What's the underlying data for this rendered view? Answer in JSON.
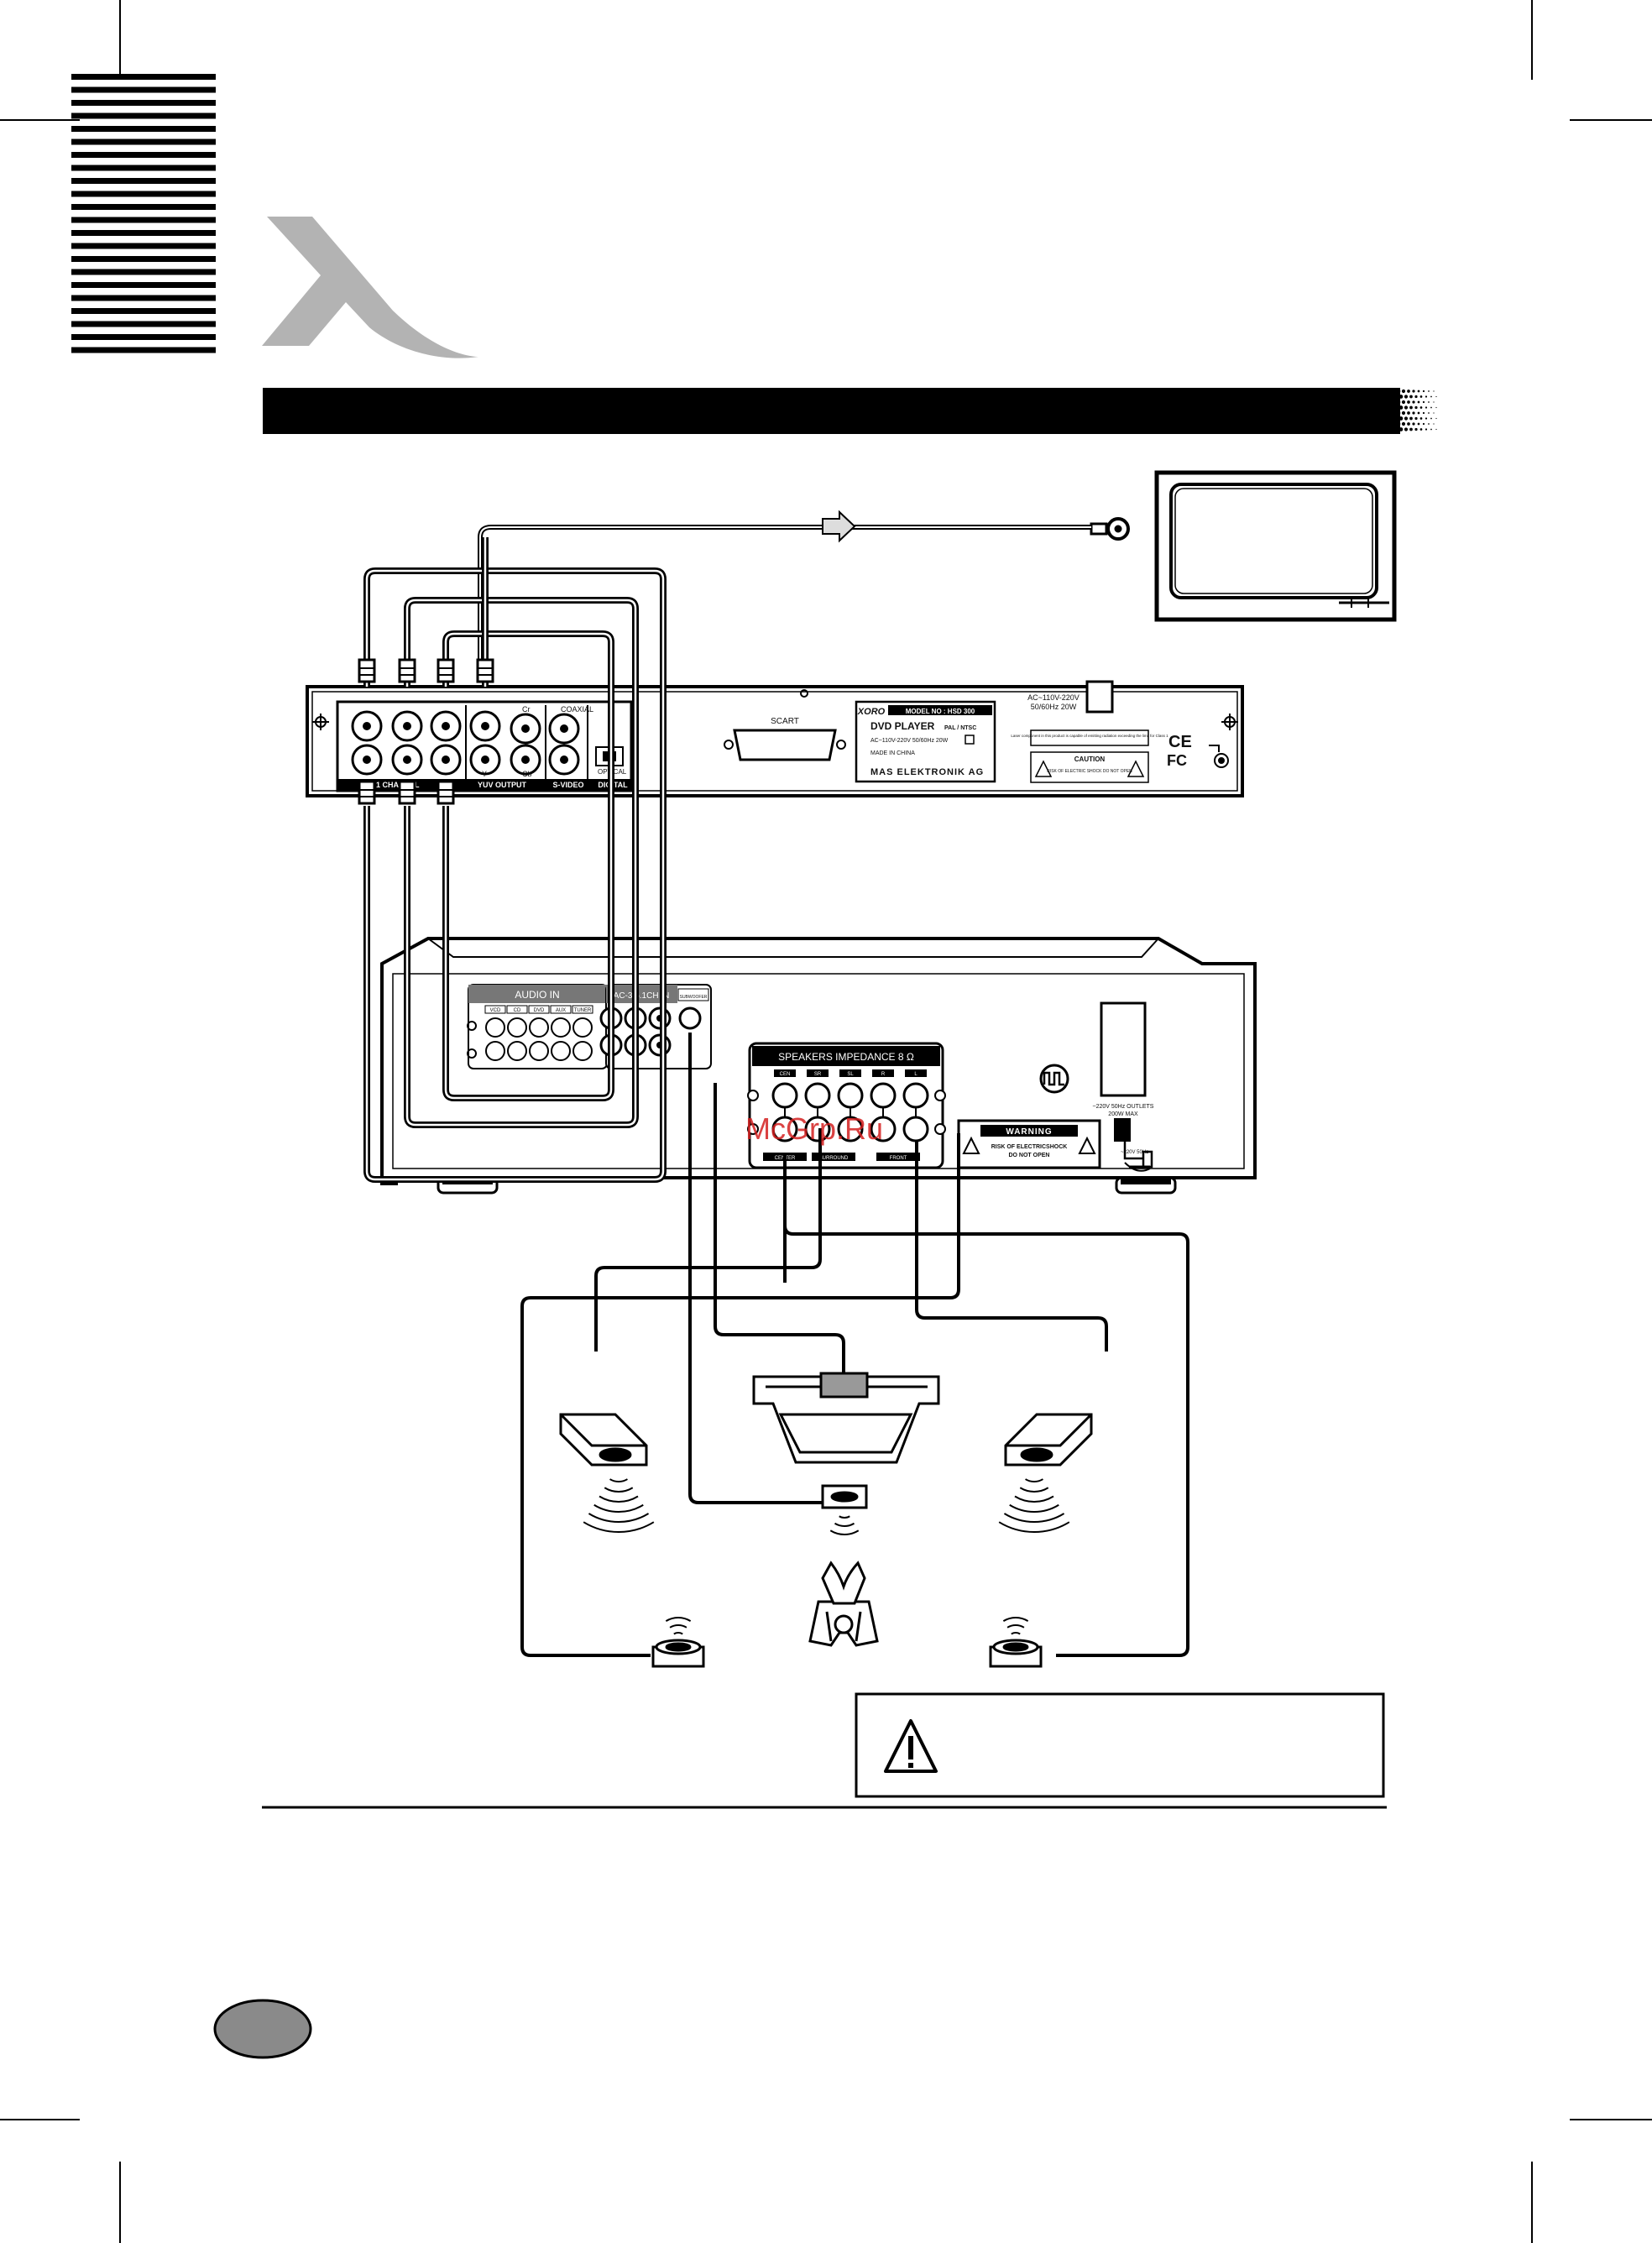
{
  "colors": {
    "ink": "#111111",
    "watermark": "#d42020",
    "logo": "#b3b3b3",
    "page_badge": "#8a8a8a"
  },
  "dvd_player": {
    "scart": "SCART",
    "brand": "XORO",
    "model": "MODEL NO : HSD 300",
    "title": "DVD PLAYER",
    "system": "PAL / NTSC",
    "rating": "AC~110V-220V 50/60Hz 20W",
    "made_in": "MADE IN CHINA",
    "company": "MAS ELEKTRONIK AG",
    "laser_note": "Laser component in this product is capable of emitting radiation exceeding the limit for Class 1",
    "caution_title": "CAUTION",
    "caution_text": "RISK OF ELECTRIC SHOCK DO NOT OPEN",
    "power_rating_1": "AC~110V-220V",
    "power_rating_2": "50/60Hz 20W",
    "ce": "CE",
    "fc": "FC",
    "coaxial": "COAXIAL",
    "optical": "OPTICAL",
    "cr": "Cr",
    "cb": "Cb",
    "y": "Y",
    "label_51": "5.1 CHANNEL",
    "label_yuv": "YUV OUTPUT",
    "label_svideo": "S-VIDEO",
    "label_digital": "DIGITAL"
  },
  "receiver": {
    "audio_in": "AUDIO IN",
    "ac3": "AC-3/5.1CH IN",
    "subwoofer": "SUBWOOFER",
    "inputs": [
      "VCD",
      "CD",
      "DVD",
      "AUX",
      "TUNER"
    ],
    "speakers": "SPEAKERS IMPEDANCE 8 Ω",
    "term_labels": [
      "CEN",
      "SR",
      "SL",
      "R",
      "L"
    ],
    "bottom_labels": [
      "CENTER",
      "SURROUND",
      "FRONT"
    ],
    "warning": "WARNING",
    "warning_text_1": "RISK OF ELECTRICSHOCK",
    "warning_text_2": "DO NOT OPEN",
    "outlets_1": "~220V 50Hz OUTLETS",
    "outlets_2": "200W MAX",
    "mains": "~220V 50Hz"
  },
  "watermark": "McGrp.Ru"
}
